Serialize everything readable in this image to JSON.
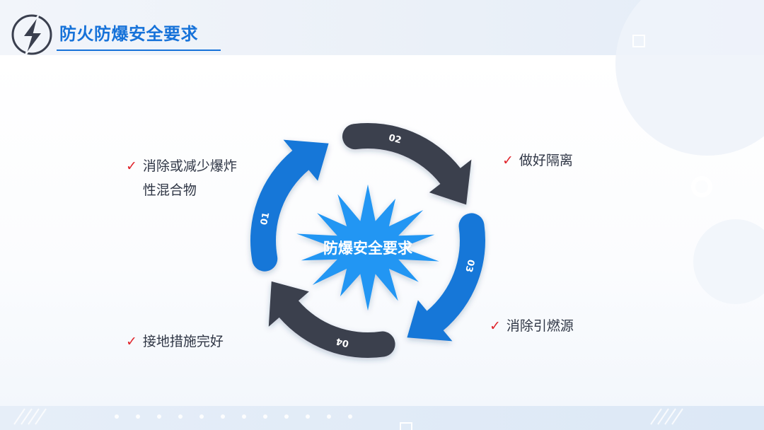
{
  "header": {
    "title": "防火防爆安全要求",
    "logo_icon": "lightning-bolt-icon"
  },
  "diagram": {
    "center_label": "防爆安全要求",
    "steps": [
      {
        "number": "01",
        "label": "消除或减少爆炸\n性混合物",
        "color": "#1477d8"
      },
      {
        "number": "02",
        "label": "做好隔离",
        "color": "#3a3f4e"
      },
      {
        "number": "03",
        "label": "消除引燃源",
        "color": "#1477d8"
      },
      {
        "number": "04",
        "label": "接地措施完好",
        "color": "#3a3f4e"
      }
    ],
    "check_icon": "check-mark-icon",
    "check_color": "#e0242b"
  },
  "colors": {
    "accent": "#1672d9",
    "dark": "#3a3f4e",
    "star": "#2196f3"
  }
}
